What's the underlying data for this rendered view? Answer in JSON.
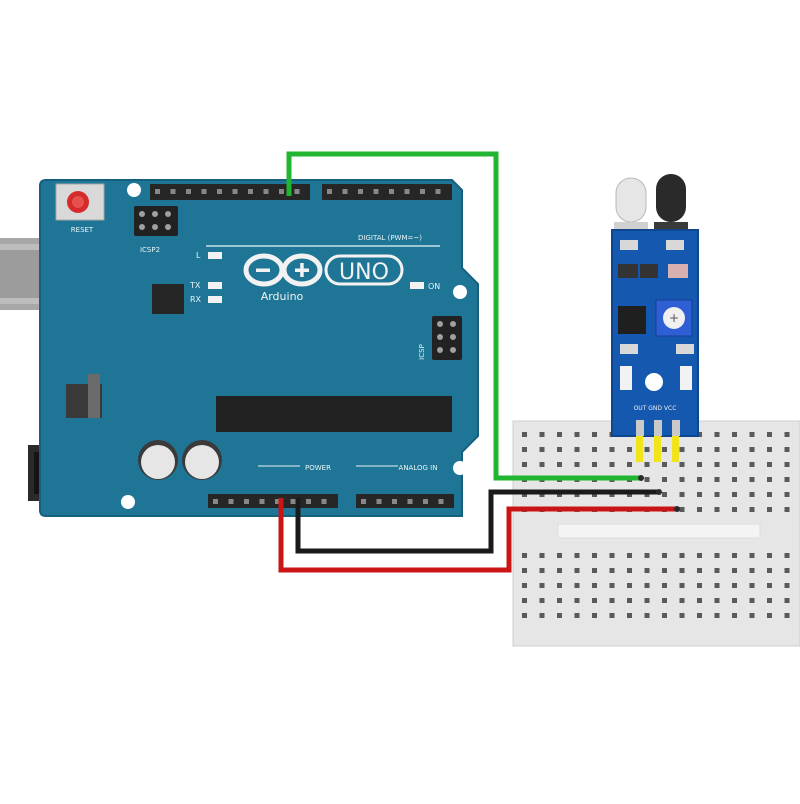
{
  "arduino": {
    "reset_label": "RESET",
    "icsp2_label": "ICSP2",
    "led_l_label": "L",
    "tx_label": "TX",
    "rx_label": "RX",
    "on_label": "ON",
    "brand_label": "Arduino",
    "model_label": "UNO",
    "digital_label": "DIGITAL (PWM=~)",
    "power_label": "POWER",
    "analog_label": "ANALOG IN",
    "icsp_label": "ICSP"
  },
  "sensor": {
    "pin_labels": "OUT GND VCC"
  },
  "colors": {
    "board": "#1f7596",
    "board_edge": "#15607c",
    "sensor_board": "#1458b0",
    "breadboard": "#e6e6e6",
    "wire_signal": "#21b531",
    "wire_ground": "#1a1a1a",
    "wire_power": "#c91515",
    "leg": "#f2e41a"
  }
}
